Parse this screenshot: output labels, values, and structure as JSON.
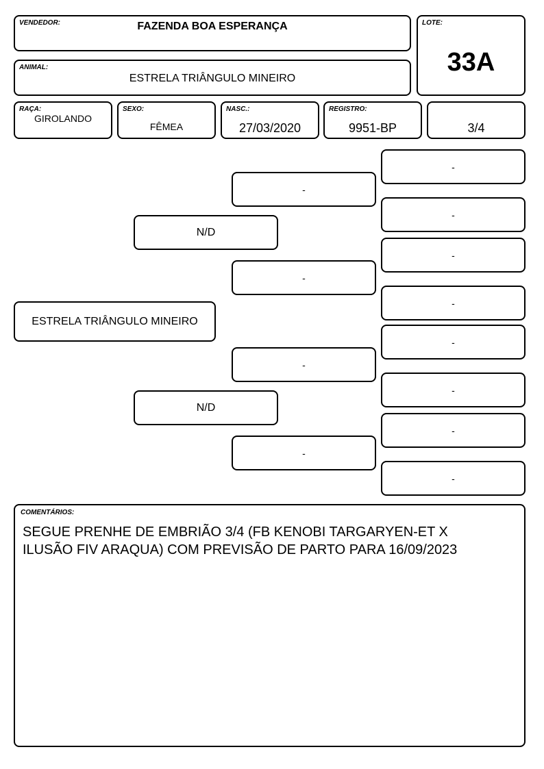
{
  "header": {
    "vendedor": {
      "label": "VENDEDOR:",
      "value": "FAZENDA BOA ESPERANÇA"
    },
    "animal": {
      "label": "ANIMAL:",
      "value": "ESTRELA TRIÂNGULO MINEIRO"
    },
    "lote": {
      "label": "LOTE:",
      "value": "33A"
    }
  },
  "info": {
    "raca": {
      "label": "RAÇA:",
      "value": "GIROLANDO"
    },
    "sexo": {
      "label": "SEXO:",
      "value": "FÊMEA"
    },
    "nasc": {
      "label": "NASC.:",
      "value": "27/03/2020"
    },
    "registro": {
      "label": "REGISTRO:",
      "value": "9951-BP"
    },
    "grau": {
      "value": "3/4"
    }
  },
  "pedigree": {
    "animal": "ESTRELA TRIÂNGULO MINEIRO",
    "parents": [
      "N/D",
      "N/D"
    ],
    "grandparents": [
      "-",
      "-",
      "-",
      "-"
    ],
    "great_grandparents": [
      "-",
      "-",
      "-",
      "-",
      "-",
      "-",
      "-",
      "-"
    ]
  },
  "comments": {
    "label": "COMENTÁRIOS:",
    "line1": "SEGUE PRENHE DE EMBRIÃO 3/4 (FB KENOBI TARGARYEN-ET X",
    "line2": "ILUSÃO FIV ARAQUA) COM PREVISÃO DE PARTO PARA 16/09/2023"
  }
}
